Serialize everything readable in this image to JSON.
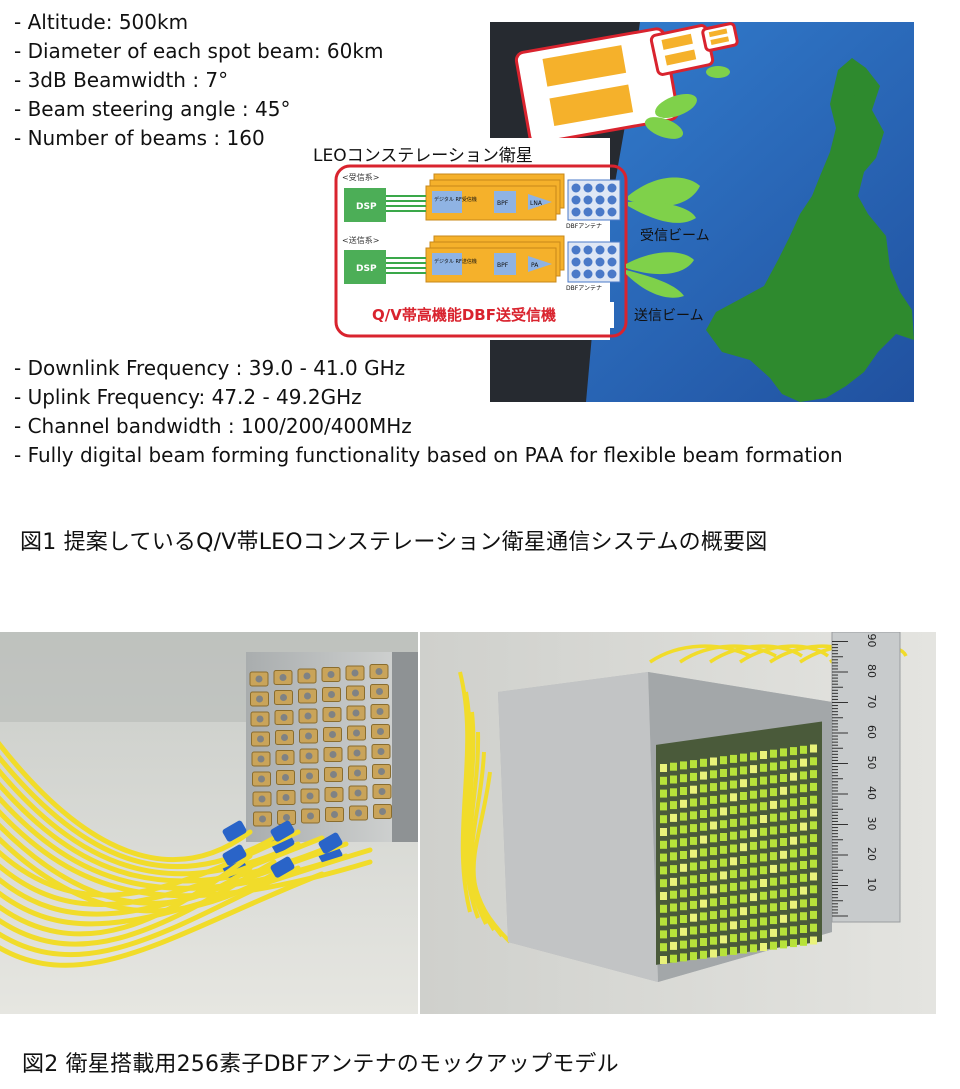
{
  "specs_top": [
    "- Altitude: 500km",
    "- Diameter of each spot beam: 60km",
    "- 3dB Beamwidth : 7°",
    "- Beam steering angle : 45°",
    "- Number of beams : 160"
  ],
  "specs_bottom": [
    "- Downlink Frequency : 39.0 - 41.0 GHz",
    "- Uplink Frequency: 47.2 - 49.2GHz",
    "- Channel bandwidth : 100/200/400MHz",
    "- Fully digital beam forming functionality based on PAA for flexible beam formation"
  ],
  "diagram": {
    "satellite_title": "LEOコンステレーション衛星",
    "rx_group": "<受信系>",
    "tx_group": "<送信系>",
    "dsp": "DSP",
    "rx_rf": "デジタル RF受信機",
    "tx_rf": "デジタル RF送信機",
    "bpf": "BPF",
    "lna": "LNA",
    "pa": "PA",
    "antenna_label": "DBFアンテナ",
    "banner": "Q/V帯高機能DBF送受信機",
    "rx_beam": "受信ビーム",
    "tx_beam": "送信ビーム"
  },
  "captions": {
    "fig1": "図1 提案しているQ/V帯LEOコンステレーション衛星通信システムの概要図",
    "fig2": "図2 衛星搭載用256素子DBFアンテナのモックアップモデル"
  },
  "ruler": {
    "labels": [
      "90",
      "80",
      "70",
      "60",
      "50",
      "40",
      "30",
      "20",
      "10"
    ]
  },
  "colors": {
    "frame_red": "#d9232e",
    "module_orange": "#f5b12b",
    "signal_green": "#3aa84a",
    "antenna_blue": "#4a79c8",
    "beam_green": "#7fd14a",
    "sea_blue": "#2a6fc0",
    "land_green": "#2e8a2e",
    "cable_yellow": "#f1dc2a",
    "connector_blue": "#2a64c8"
  }
}
